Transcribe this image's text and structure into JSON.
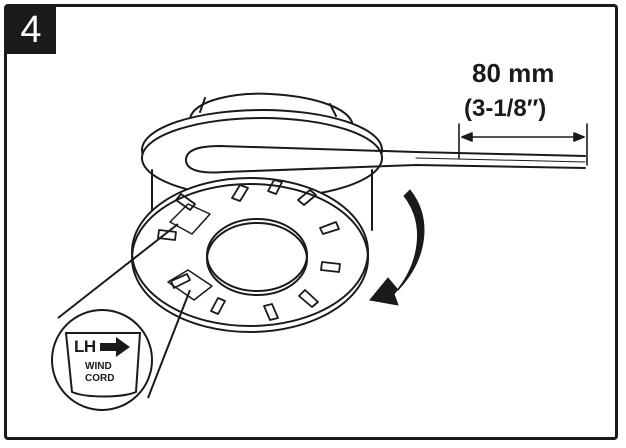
{
  "step": {
    "number": "4"
  },
  "dimension": {
    "metric": "80 mm",
    "imperial": "(3-1/8″)"
  },
  "badge": {
    "direction": "LH",
    "line1": "WIND",
    "line2": "CORD"
  },
  "icons": [
    "wind-direction-arrow-icon",
    "rotation-arrow-icon"
  ],
  "colors": {
    "ink": "#1a1a1a",
    "background": "#ffffff"
  }
}
